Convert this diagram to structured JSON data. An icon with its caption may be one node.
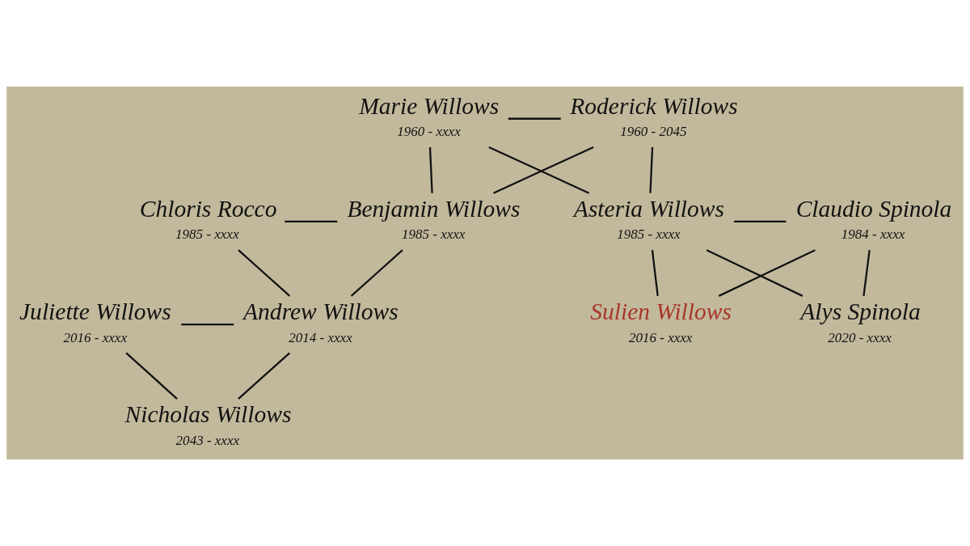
{
  "diagram": {
    "nodes": [
      {
        "text": [
          "Marie Willows",
          "1960 - xxxx"
        ]
      },
      {
        "text": [
          "Roderick Willows",
          "1960 - 2045"
        ]
      },
      {
        "text": [
          "Chloris Rocco",
          "1985 - xxxx"
        ]
      },
      {
        "text": [
          "Benjamin Willows",
          "1985 - xxxx"
        ]
      },
      {
        "text": [
          "Asteria Willows",
          "1985 - xxxx"
        ]
      },
      {
        "text": [
          "Claudio Spinola",
          "1984 - xxxx"
        ]
      },
      {
        "text": [
          "Juliette Willows",
          "2016 - xxxx"
        ]
      },
      {
        "text": [
          "Andrew Willows",
          "2014 - xxxx"
        ]
      },
      {
        "text": [
          "Sulien Willows",
          "2016 - xxxx"
        ]
      },
      {
        "text": [
          "Alys Spinola",
          "2020 - xxxx"
        ]
      },
      {
        "text": [
          "Nicholas Willows",
          "2043 - xxxx"
        ]
      }
    ],
    "edges": [
      {
        "from": 0,
        "to": 1,
        "arrow": "none"
      },
      {
        "from": 0,
        "to": 3,
        "arrow": "none"
      },
      {
        "from": 1,
        "to": 3,
        "arrow": "none"
      },
      {
        "from": 0,
        "to": 4,
        "arrow": "none"
      },
      {
        "from": 1,
        "to": 4,
        "arrow": "none"
      },
      {
        "from": 2,
        "to": 3,
        "arrow": "none"
      },
      {
        "from": 2,
        "to": 7,
        "arrow": "none"
      },
      {
        "from": 3,
        "to": 7,
        "arrow": "none"
      },
      {
        "from": 4,
        "to": 5,
        "arrow": "none"
      },
      {
        "from": 4,
        "to": 8,
        "arrow": "none"
      },
      {
        "from": 5,
        "to": 8,
        "arrow": "none"
      },
      {
        "from": 4,
        "to": 9,
        "arrow": "none"
      },
      {
        "from": 5,
        "to": 9,
        "arrow": "none"
      },
      {
        "from": 6,
        "to": 7,
        "arrow": "none"
      },
      {
        "from": 6,
        "to": 10,
        "arrow": "none"
      },
      {
        "from": 7,
        "to": 10,
        "arrow": "none"
      }
    ]
  }
}
